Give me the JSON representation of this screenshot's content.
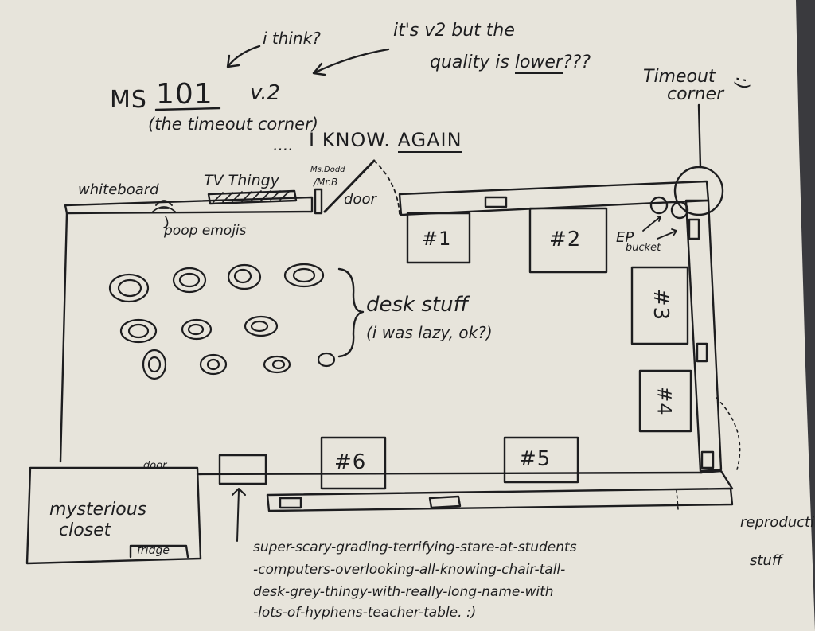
{
  "title": {
    "room": "MS",
    "number": "101",
    "version": "v.2",
    "subtitle": "(the timeout corner)"
  },
  "annotations": {
    "think": "i think?",
    "quality_prefix": "it's v2 but the",
    "quality_middle": "quality is",
    "quality_word": "lower",
    "quality_suffix": "???",
    "i_know_prefix": "I KNOW.",
    "i_know_again": "AGAIN",
    "timeout_corner_line1": "Timeout",
    "timeout_corner_line2": "corner",
    "smiley": ":)",
    "ep_bucket_line1": "EP",
    "ep_bucket_line2": "bucket",
    "reproductive_line1": "reproductive",
    "reproductive_line2": "stuff"
  },
  "room_labels": {
    "whiteboard": "whiteboard",
    "tv": "TV Thingy",
    "ms_dodd": "Ms.Dodd",
    "mr_b": "/Mr.B",
    "door_front": "door",
    "poop": "poop emojis",
    "desk_stuff": "desk stuff",
    "desk_stuff_note": "(i was lazy, ok?)",
    "door_closet": "door",
    "closet_line1": "mysterious",
    "closet_line2": "closet",
    "fridge": "fridge"
  },
  "tables": [
    "#1",
    "#2",
    "#3",
    "#4",
    "#5",
    "#6"
  ],
  "teacher_note": {
    "line1": "super-scary-grading-terrifying-stare-at-students",
    "line2": "-computers-overlooking-all-knowing-chair-tall-",
    "line3": "desk-grey-thingy-with-really-long-name-with",
    "line4": "-lots-of-hyphens-teacher-table. :)"
  },
  "colors": {
    "paper": "#e7e4db",
    "ink": "#1d1d1f",
    "backdrop": "#3a3a3e"
  }
}
